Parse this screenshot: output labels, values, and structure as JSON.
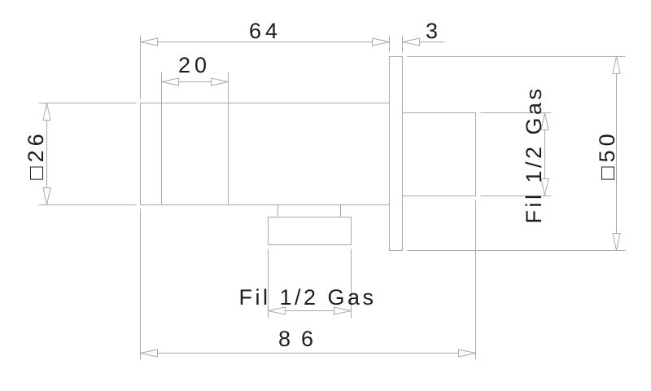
{
  "drawing": {
    "background": "#ffffff",
    "line_color": "#aaaaaa",
    "text_color": "#1c1c1c",
    "dimensions": {
      "body_length": {
        "label": "64"
      },
      "flange_thickness": {
        "label": "3"
      },
      "ring_width": {
        "label": "20"
      },
      "body_square": {
        "label": "□26"
      },
      "flange_square": {
        "label": "□50"
      },
      "rear_thread": {
        "label": "Fil 1/2 Gas"
      },
      "bottom_thread": {
        "label": "Fil 1/2 Gas"
      },
      "overall_length": {
        "label": "86"
      }
    }
  }
}
